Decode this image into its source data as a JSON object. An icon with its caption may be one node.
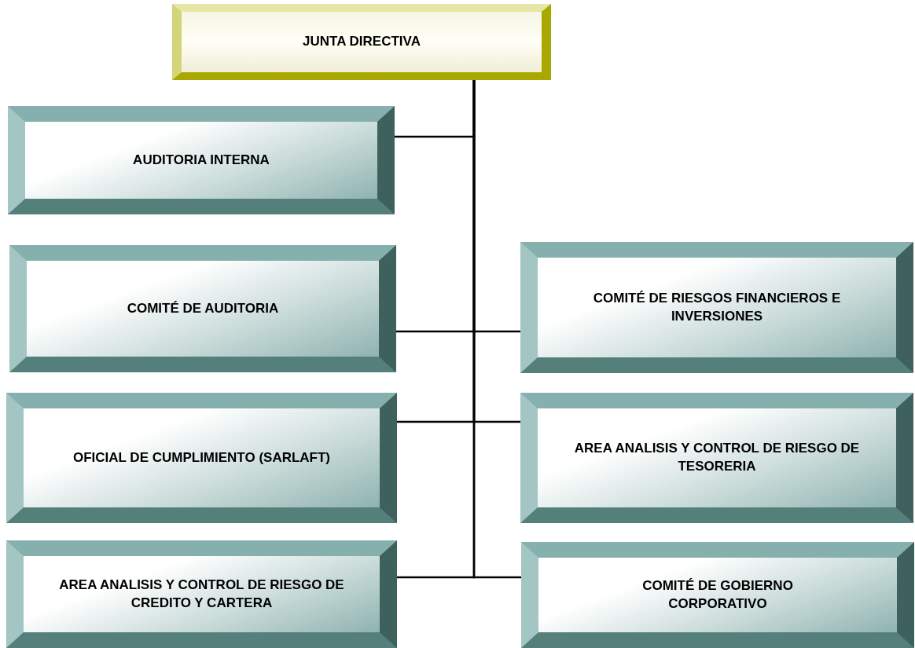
{
  "diagram": {
    "nodes": [
      {
        "text": [
          "JUNTA DIRECTIVA"
        ]
      },
      {
        "text": [
          "AUDITORIA INTERNA"
        ]
      },
      {
        "text": [
          "COMITÉ DE AUDITORIA"
        ]
      },
      {
        "text": [
          "COMITÉ DE RIESGOS FINANCIEROS E INVERSIONES"
        ]
      },
      {
        "text": [
          "OFICIAL DE CUMPLIMIENTO (SARLAFT)"
        ]
      },
      {
        "text": [
          "AREA ANALISIS Y CONTROL DE RIESGO DE TESORERIA"
        ]
      },
      {
        "text": [
          "AREA ANALISIS Y CONTROL DE RIESGO DE CREDITO Y CARTERA"
        ]
      },
      {
        "text": [
          "COMITÉ DE GOBIERNO CORPORATIVO"
        ]
      }
    ],
    "edges": [
      {
        "from": 0,
        "to": 1,
        "arrow": "none"
      },
      {
        "from": 0,
        "to": 2,
        "arrow": "none"
      },
      {
        "from": 0,
        "to": 3,
        "arrow": "none"
      },
      {
        "from": 0,
        "to": 4,
        "arrow": "none"
      },
      {
        "from": 0,
        "to": 5,
        "arrow": "none"
      },
      {
        "from": 0,
        "to": 6,
        "arrow": "none"
      },
      {
        "from": 0,
        "to": 7,
        "arrow": "none"
      }
    ]
  }
}
